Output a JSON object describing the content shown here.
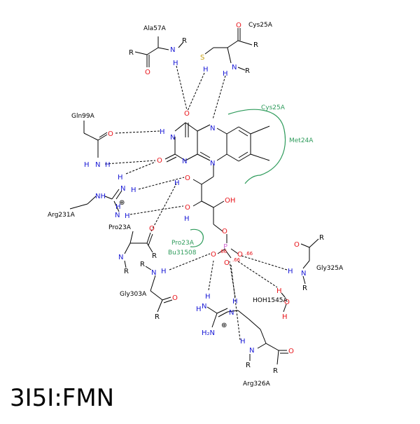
{
  "caption": "3I5I:FMN",
  "residue_labels": [
    "Ala57A",
    "Cys25A",
    "Gln99A",
    "Cys25A",
    "Met24A",
    "Arg231A",
    "Pro23A",
    "Pro23A",
    "Bu31508",
    "Gly325A",
    "Gly303A",
    "HOH1545A",
    "Arg326A"
  ],
  "charges": [
    "⊕",
    "⊕",
    ".66",
    ".66",
    ".66"
  ],
  "colors": {
    "nitrogen": "#1a1ad6",
    "oxygen": "#e8141a",
    "sulfur": "#c8a012",
    "phosphorus": "#d26ad2",
    "hydrophobic": "#2e9b5b"
  }
}
